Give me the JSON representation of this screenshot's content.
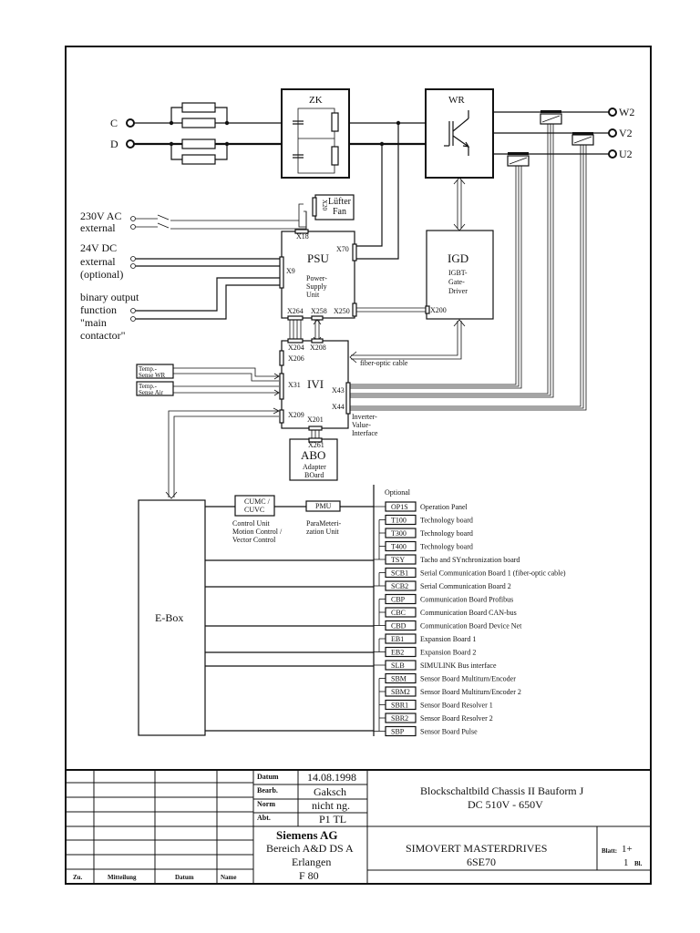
{
  "inputs": {
    "c": "C",
    "d": "D",
    "ac": [
      "230V AC",
      "external"
    ],
    "dc": [
      "24V DC",
      "external",
      "(optional)"
    ],
    "binary": [
      "binary output",
      "function",
      "\"main",
      "contactor\""
    ]
  },
  "outputs": {
    "w2": "W2",
    "v2": "V2",
    "u2": "U2"
  },
  "blocks": {
    "zk": "ZK",
    "wr": "WR",
    "fan": {
      "line1": "Lüfter",
      "line2": "Fan",
      "connector": "X20"
    },
    "psu": {
      "title": "PSU",
      "desc": [
        "Power-",
        "Supply",
        "Unit"
      ],
      "connectors": {
        "x18": "X18",
        "x70": "X70",
        "x9": "X9",
        "x264": "X264",
        "x258": "X258",
        "x250": "X250"
      }
    },
    "igd": {
      "title": "IGD",
      "desc": [
        "IGBT-",
        "Gate-",
        "Driver"
      ],
      "connector": "X200"
    },
    "ivi": {
      "title": "IVI",
      "desc": [
        "Inverter-",
        "Value-",
        "Interface"
      ],
      "connectors": {
        "x204": "X204",
        "x208": "X208",
        "x206": "X206",
        "x31": "X31",
        "x43": "X43",
        "x44": "X44",
        "x209": "X209",
        "x201": "X201"
      }
    },
    "abo": {
      "title": "ABO",
      "desc": [
        "Adapter",
        "BOard"
      ],
      "connector": "X261"
    },
    "temp_wr": [
      "Temp.-",
      "Sense WR"
    ],
    "temp_air": [
      "Temp.-",
      "Sense Air"
    ],
    "fiber": "fiber-optic cable",
    "ebox": "E-Box",
    "cumc": {
      "label": [
        "CUMC /",
        "CUVC"
      ],
      "desc": [
        "Control Unit",
        "Motion Control /",
        "Vector Control"
      ]
    },
    "pmu": {
      "label": "PMU",
      "desc": [
        "ParaMeteri-",
        "zation Unit"
      ]
    }
  },
  "options": {
    "header": "Optional",
    "items": [
      {
        "code": "OP1S",
        "desc": "Operation Panel"
      },
      {
        "code": "T100",
        "desc": "Technology board"
      },
      {
        "code": "T300",
        "desc": "Technology board"
      },
      {
        "code": "T400",
        "desc": "Technology board"
      },
      {
        "code": "TSY",
        "desc": "Tacho and SYnchronization board"
      },
      {
        "code": "SCB1",
        "desc": "Serial Communication Board 1 (fiber-optic cable)"
      },
      {
        "code": "SCB2",
        "desc": "Serial Communication Board 2"
      },
      {
        "code": "CBP",
        "desc": "Communication Board Profibus"
      },
      {
        "code": "CBC",
        "desc": "Communication Board CAN-bus"
      },
      {
        "code": "CBD",
        "desc": "Communication Board Device Net"
      },
      {
        "code": "EB1",
        "desc": "Expansion Board 1"
      },
      {
        "code": "EB2",
        "desc": "Expansion Board 2"
      },
      {
        "code": "SLB",
        "desc": "SIMULINK Bus interface"
      },
      {
        "code": "SBM",
        "desc": "Sensor Board Multiturn/Encoder"
      },
      {
        "code": "SBM2",
        "desc": "Sensor Board Multiturn/Encoder 2"
      },
      {
        "code": "SBR1",
        "desc": "Sensor Board Resolver 1"
      },
      {
        "code": "SBR2",
        "desc": "Sensor Board Resolver 2"
      },
      {
        "code": "SBP",
        "desc": "Sensor Board Pulse"
      }
    ]
  },
  "title_block": {
    "rev_headers": {
      "zu": "Zu.",
      "mitteilung": "Mitteilung",
      "datum": "Datum",
      "name": "Name"
    },
    "fields": [
      {
        "label": "Datum",
        "value": "14.08.1998"
      },
      {
        "label": "Bearb.",
        "value": "Gaksch"
      },
      {
        "label": "Norm",
        "value": "nicht ng."
      },
      {
        "label": "Abt.",
        "value": "P1 TL"
      }
    ],
    "company": "Siemens AG",
    "company_lines": [
      "Bereich A&D DS A",
      "Erlangen",
      "F 80"
    ],
    "drawing_title": [
      "Blockschaltbild Chassis II Bauform J",
      "DC 510V - 650V"
    ],
    "product": [
      "SIMOVERT MASTERDRIVES",
      "6SE70"
    ],
    "sheet_label": "Blatt:",
    "sheet_value": "1+",
    "sheet_total": "1",
    "sheet_total_label": "Bl."
  }
}
